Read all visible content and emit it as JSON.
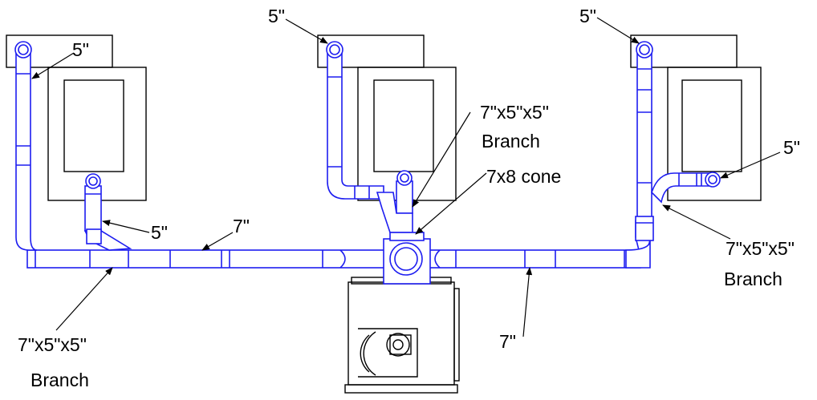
{
  "labels": {
    "l1": "5\"",
    "l2": "5\"",
    "l3": "7\"",
    "l4": "7\"x5\"x5\"",
    "l5": "Branch",
    "l6": "5\"",
    "l7": "7\"x5\"x5\"",
    "l8": "Branch",
    "l9": "7x8 cone",
    "l10": "5\"",
    "l11": "5\"",
    "l12": "7\"x5\"x5\"",
    "l13": "Branch",
    "l14": "7\""
  },
  "colors": {
    "duct": "#1d1df0",
    "outline": "#000000"
  }
}
